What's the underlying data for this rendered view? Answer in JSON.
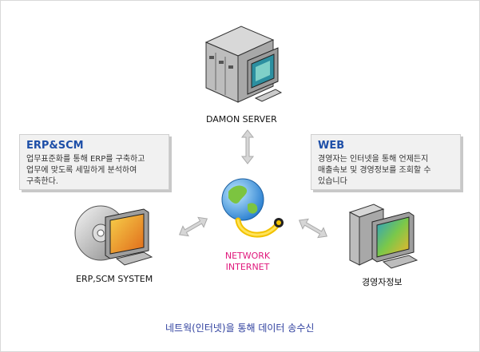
{
  "server": {
    "label": "DAMON SERVER",
    "icon": "server-icon"
  },
  "erp_box": {
    "title": "ERP&SCM",
    "lines": [
      "업무표준화를 통해 ERP를 구축하고",
      "업무에 맞도록 세밀하게 분석하여",
      "구축한다."
    ]
  },
  "web_box": {
    "title": "WEB",
    "lines": [
      "경영자는 인터넷을 통해 언제든지",
      "매출속보 및 경영정보를 조회할 수",
      "있습니다"
    ]
  },
  "network": {
    "line1": "NETWORK",
    "line2": "INTERNET",
    "icon": "globe-icon"
  },
  "erp_system": {
    "label": "ERP,SCM SYSTEM",
    "icon": "cd-computer-icon"
  },
  "executive": {
    "label": "경영자정보",
    "icon": "tower-computer-icon"
  },
  "caption": "네트웍(인터넷)을 통해 데이터 송수신",
  "colors": {
    "title_blue": "#1e4fa8",
    "network_pink": "#e0187c",
    "caption_blue": "#2e3f9e"
  }
}
